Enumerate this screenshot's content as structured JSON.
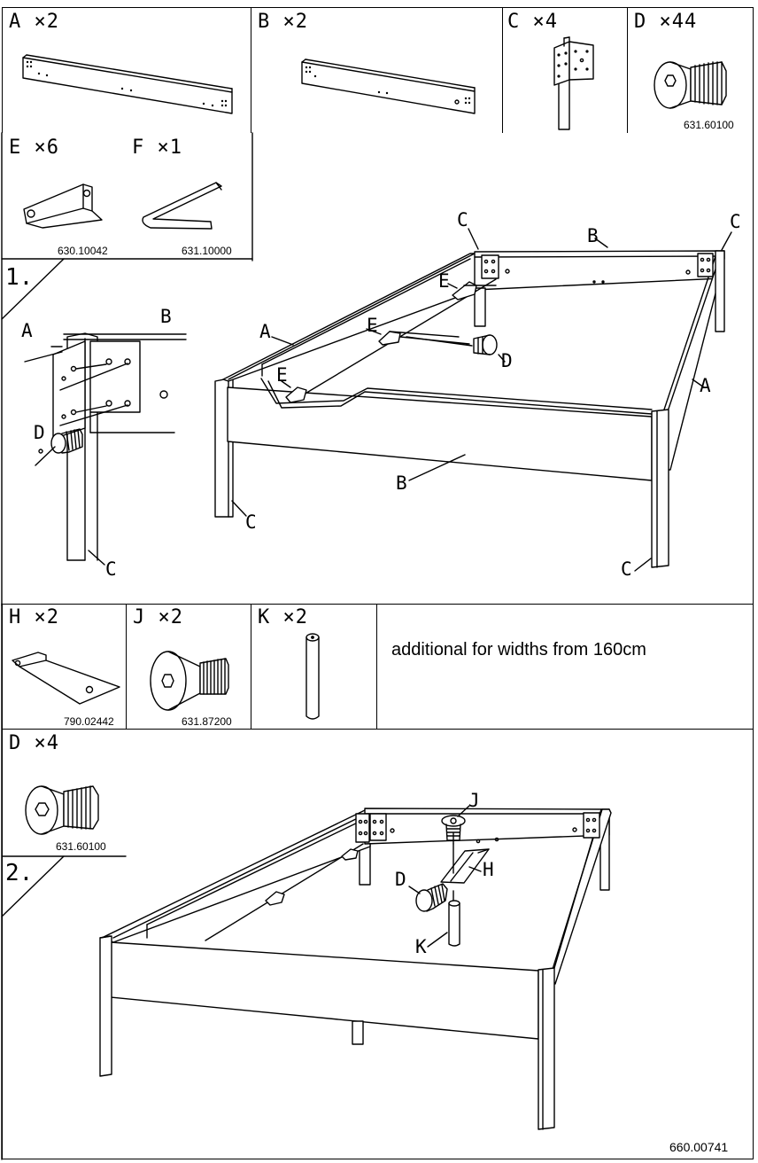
{
  "parts_top": [
    {
      "id": "A",
      "qty": "×2",
      "label": "A ×2"
    },
    {
      "id": "B",
      "qty": "×2",
      "label": "B ×2"
    },
    {
      "id": "C",
      "qty": "×4",
      "label": "C ×4"
    },
    {
      "id": "D",
      "qty": "×44",
      "label": "D ×44",
      "code": "631.60100"
    },
    {
      "id": "E",
      "qty": "×6",
      "label": "E ×6",
      "code": "630.10042"
    },
    {
      "id": "F",
      "qty": "×1",
      "label": "F ×1",
      "code": "631.10000"
    }
  ],
  "parts_extra": [
    {
      "id": "H",
      "label": "H ×2",
      "code": "790.02442"
    },
    {
      "id": "J",
      "label": "J ×2",
      "code": "631.87200"
    },
    {
      "id": "K",
      "label": "K ×2"
    },
    {
      "id": "D",
      "label": "D ×4",
      "code": "631.60100"
    }
  ],
  "note": "additional for widths from 160cm",
  "step1": {
    "number": "1.",
    "detail_callouts": {
      "a": "A",
      "b": "B",
      "d": "D",
      "c": "C"
    },
    "main_callouts": {
      "c_top_left": "C",
      "b_top": "B",
      "c_top_right": "C",
      "e_top": "E",
      "a_left": "A",
      "e_mid": "E",
      "d": "D",
      "e_low": "E",
      "a_right": "A",
      "b_front": "B",
      "c_left": "C",
      "c_right": "C"
    }
  },
  "step2": {
    "number": "2.",
    "callouts": {
      "j": "J",
      "d": "D",
      "h": "H",
      "k": "K"
    }
  },
  "doc_number": "660.00741"
}
